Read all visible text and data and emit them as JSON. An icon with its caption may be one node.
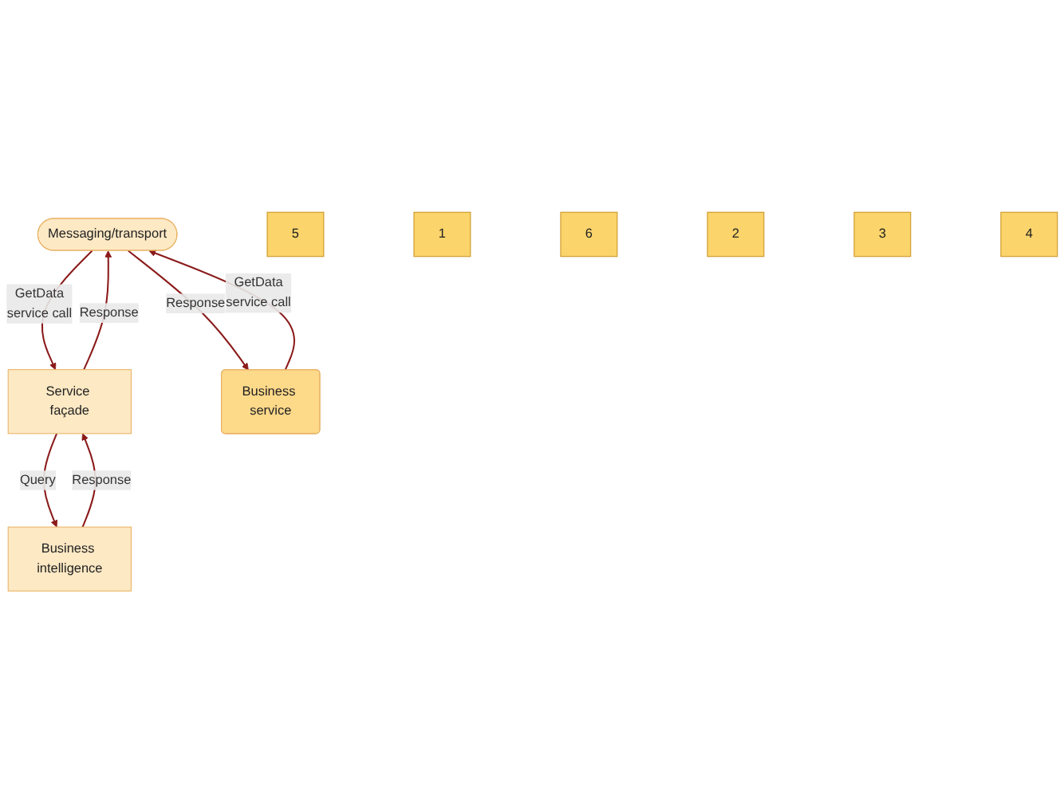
{
  "diagram": {
    "nodes": [
      {
        "text": [
          "Messaging/transport"
        ]
      },
      {
        "text": [
          "5"
        ]
      },
      {
        "text": [
          "1"
        ]
      },
      {
        "text": [
          "6"
        ]
      },
      {
        "text": [
          "2"
        ]
      },
      {
        "text": [
          "Service façade"
        ]
      },
      {
        "text": [
          "Business service"
        ]
      },
      {
        "text": [
          "3"
        ]
      },
      {
        "text": [
          "4"
        ]
      },
      {
        "text": [
          "Business intelligence"
        ]
      }
    ],
    "edges": [
      {
        "from": 0,
        "to": 5,
        "arrow": "to",
        "label": "GetData service call"
      },
      {
        "from": 5,
        "to": 0,
        "arrow": "to",
        "label": "Response"
      },
      {
        "from": 6,
        "to": 0,
        "arrow": "to",
        "label": "GetData service call"
      },
      {
        "from": 0,
        "to": 6,
        "arrow": "to",
        "label": "Response"
      },
      {
        "from": 5,
        "to": 9,
        "arrow": "to",
        "label": "Query"
      },
      {
        "from": 9,
        "to": 5,
        "arrow": "to",
        "label": "Response"
      }
    ]
  }
}
